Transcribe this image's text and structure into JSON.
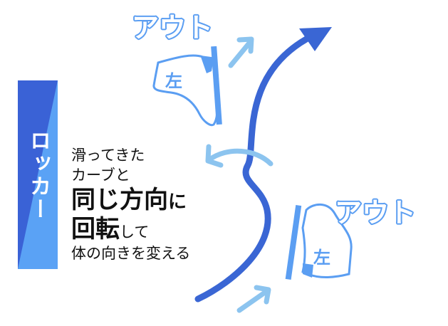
{
  "side_label": "ロッカー",
  "description": {
    "line1": "滑ってきた",
    "line2": "カーブと",
    "line3_bold": "同じ方向",
    "line3_small": "に",
    "line4_bold": "回転",
    "line4_small": "して",
    "line5": "体の向きを変える"
  },
  "top_boot": {
    "edge_label": "アウト",
    "foot_label": "左"
  },
  "bottom_boot": {
    "edge_label": "アウト",
    "foot_label": "左"
  },
  "colors": {
    "curve": "#3a66d4",
    "light_arrow": "#8cc4ef",
    "boot": "#5b9ef2",
    "label_top": "#3a62d6",
    "label_bottom": "#5aa2f5"
  }
}
